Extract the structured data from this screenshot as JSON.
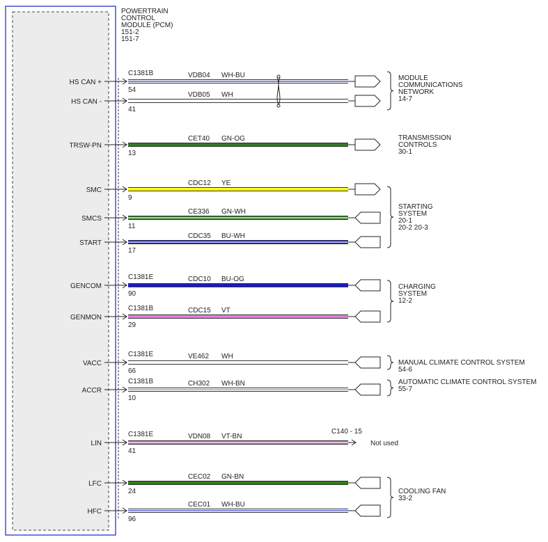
{
  "module": {
    "lines": [
      "POWERTRAIN",
      "CONTROL",
      "MODULE (PCM)",
      "151-2",
      "151-7"
    ]
  },
  "colors": {
    "module_border": "#3344cc",
    "WH-BU": [
      "#ffffff",
      "#3344cc"
    ],
    "WH": [
      "#ffffff",
      "#ffffff"
    ],
    "GN-OG": [
      "#2f7d1e",
      "#2f7d1e"
    ],
    "YE": [
      "#ffff1a",
      "#ffff1a"
    ],
    "GN-WH": [
      "#2f7d1e",
      "#ffffff"
    ],
    "BU-WH": [
      "#1a1acc",
      "#ffffff"
    ],
    "BU-OG": [
      "#1a1acc",
      "#1a1acc"
    ],
    "VT": [
      "#e37ee3",
      "#e37ee3"
    ],
    "WH-BN": [
      "#ffffff",
      "#999999"
    ],
    "VT-BN": [
      "#dd55cc",
      "#ffffff"
    ],
    "GN-BN": [
      "#2f7d1e",
      "#2f7d1e"
    ]
  },
  "circuits": [
    {
      "signal": "HS CAN +",
      "connector": "C1381B",
      "pin": "54",
      "circuit": "VDB04",
      "wire_color": "WH-BU",
      "term": "out"
    },
    {
      "signal": "HS CAN -",
      "connector": "",
      "pin": "41",
      "circuit": "VDB05",
      "wire_color": "WH",
      "term": "out"
    },
    {
      "signal": "TRSW-PN",
      "connector": "",
      "pin": "13",
      "circuit": "CET40",
      "wire_color": "GN-OG",
      "term": "out"
    },
    {
      "signal": "SMC",
      "connector": "",
      "pin": "9",
      "circuit": "CDC12",
      "wire_color": "YE",
      "term": "out"
    },
    {
      "signal": "SMCS",
      "connector": "",
      "pin": "11",
      "circuit": "CE336",
      "wire_color": "GN-WH",
      "term": "in"
    },
    {
      "signal": "START",
      "connector": "",
      "pin": "17",
      "circuit": "CDC35",
      "wire_color": "BU-WH",
      "term": "in"
    },
    {
      "signal": "GENCOM",
      "connector": "C1381E",
      "pin": "90",
      "circuit": "CDC10",
      "wire_color": "BU-OG",
      "term": "in"
    },
    {
      "signal": "GENMON",
      "connector": "C1381B",
      "pin": "29",
      "circuit": "CDC15",
      "wire_color": "VT",
      "term": "in"
    },
    {
      "signal": "VACC",
      "connector": "C1381E",
      "pin": "66",
      "circuit": "VE462",
      "wire_color": "WH",
      "term": "in"
    },
    {
      "signal": "ACCR",
      "connector": "C1381B",
      "pin": "10",
      "circuit": "CH302",
      "wire_color": "WH-BN",
      "term": "in"
    },
    {
      "signal": "LIN",
      "connector": "C1381E",
      "pin": "41",
      "circuit": "VDN08",
      "wire_color": "VT-BN",
      "term": "arrow"
    },
    {
      "signal": "LFC",
      "connector": "",
      "pin": "24",
      "circuit": "CEC02",
      "wire_color": "GN-BN",
      "term": "in"
    },
    {
      "signal": "HFC",
      "connector": "",
      "pin": "96",
      "circuit": "CEC01",
      "wire_color": "WH-BU",
      "term": "in"
    }
  ],
  "lin_destination": {
    "connector_pin": "C140  - 15",
    "note": "Not used"
  },
  "groups": [
    {
      "lines": [
        "MODULE",
        "COMMUNICATIONS",
        "NETWORK",
        "14-7"
      ]
    },
    {
      "lines": [
        "TRANSMISSION",
        "CONTROLS",
        "30-1"
      ]
    },
    {
      "lines": [
        "STARTING",
        "SYSTEM",
        "20-1",
        "20-2    20-3"
      ]
    },
    {
      "lines": [
        "CHARGING",
        "SYSTEM",
        "12-2"
      ]
    },
    {
      "lines": [
        "MANUAL CLIMATE CONTROL SYSTEM",
        "54-6"
      ]
    },
    {
      "lines": [
        "AUTOMATIC CLIMATE CONTROL SYSTEM",
        "55-7"
      ]
    },
    {
      "lines": [
        "COOLING FAN",
        "33-2"
      ]
    }
  ]
}
